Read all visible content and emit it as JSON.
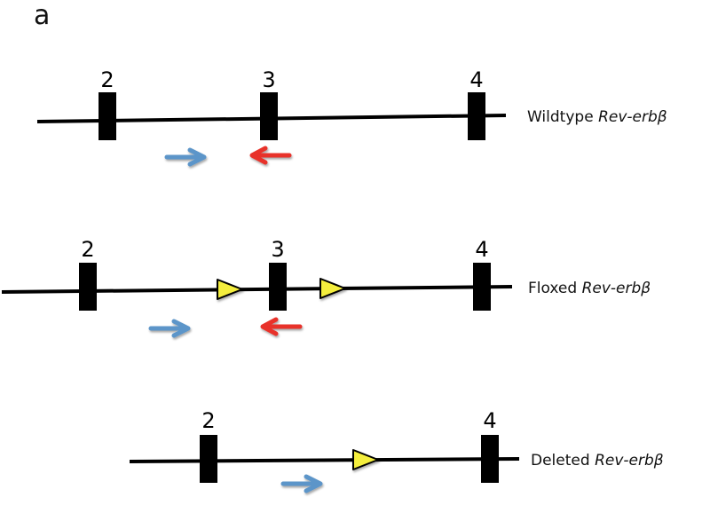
{
  "panel_label": "a",
  "colors": {
    "line": "#000000",
    "exon": "#000000",
    "loxp_fill": "#f4ee3c",
    "forward_primer": "#5b95c9",
    "reverse_primer": "#e8302a"
  },
  "alleles": [
    {
      "name": "wildtype",
      "label_prefix": "Wildtype ",
      "label_gene": "Rev-erb",
      "label_suffix": "β",
      "exons": [
        "2",
        "3",
        "4"
      ],
      "loxp_sites": 0,
      "primers": [
        "forward",
        "reverse"
      ]
    },
    {
      "name": "floxed",
      "label_prefix": "Floxed ",
      "label_gene": "Rev-erb",
      "label_suffix": "β",
      "exons": [
        "2",
        "3",
        "4"
      ],
      "loxp_sites": 2,
      "primers": [
        "forward",
        "reverse"
      ]
    },
    {
      "name": "deleted",
      "label_prefix": "Deleted ",
      "label_gene": "Rev-erb",
      "label_suffix": "β",
      "exons": [
        "2",
        "4"
      ],
      "loxp_sites": 1,
      "primers": [
        "forward"
      ]
    }
  ]
}
